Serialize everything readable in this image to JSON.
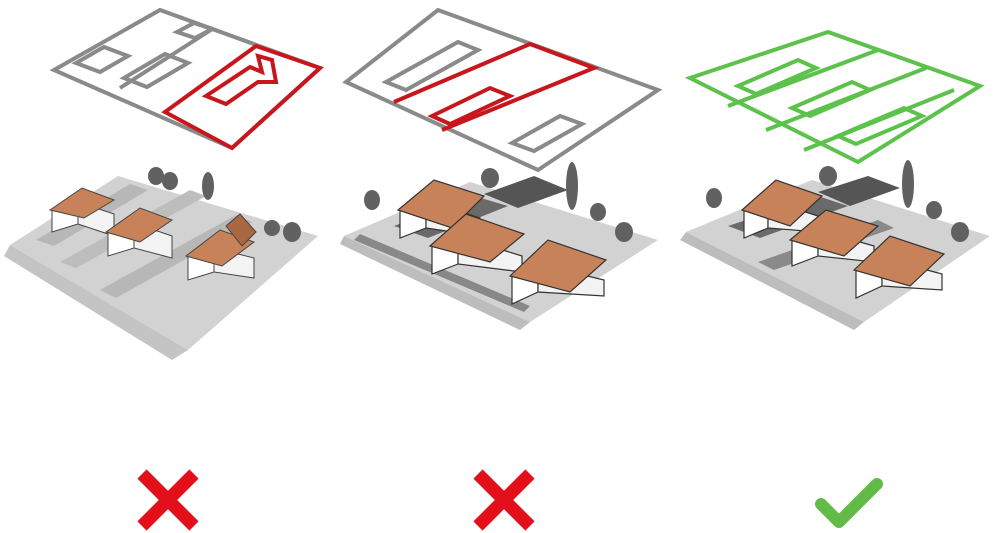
{
  "colors": {
    "background": "#ffffff",
    "neutral_outline": "#8a8a8a",
    "highlight_wrong": "#c8161d",
    "highlight_right": "#5cc24c",
    "mark_wrong": "#e3101b",
    "mark_right": "#62bb46",
    "roof": "#c8825a",
    "roof_dark": "#a9683f",
    "wall": "#ffffff",
    "ground": "#d2d2d2",
    "road": "#b7b7b7",
    "plot_dark": "#6a6a6a",
    "tree": "#616161"
  },
  "panels": [
    {
      "id": "panel-1",
      "plan_highlight": "highlight_wrong",
      "ground_tone": "light",
      "verdict": "cross",
      "verdict_icon": "cross-icon"
    },
    {
      "id": "panel-2",
      "plan_highlight": "highlight_wrong",
      "ground_tone": "dark",
      "verdict": "cross",
      "verdict_icon": "cross-icon"
    },
    {
      "id": "panel-3",
      "plan_highlight": "highlight_right",
      "ground_tone": "dark",
      "verdict": "check",
      "verdict_icon": "checkmark-icon"
    }
  ]
}
